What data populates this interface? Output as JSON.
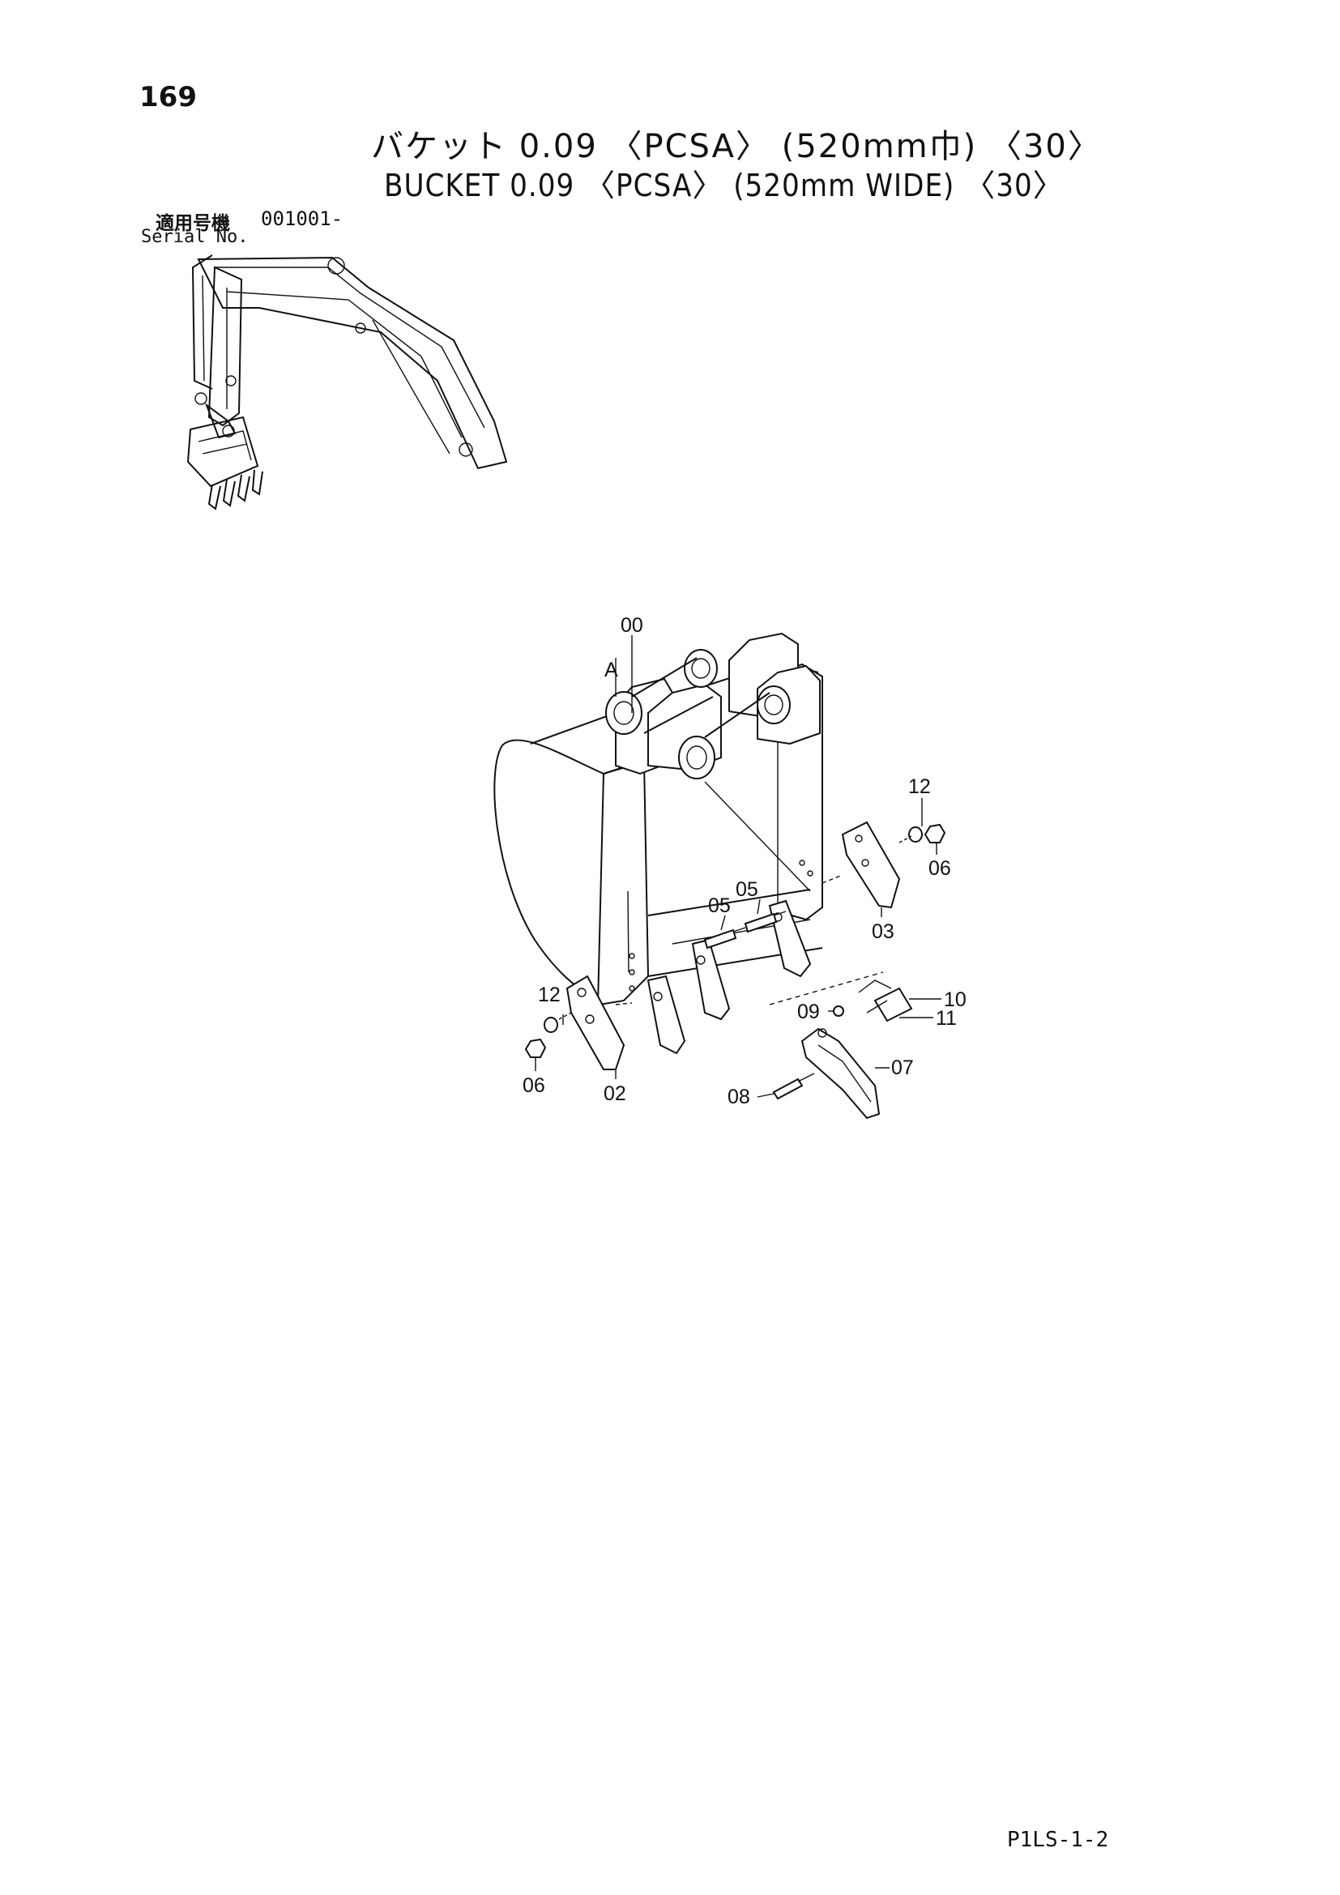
{
  "header": {
    "page_number": "169",
    "title_jp": "バケット 0.09 〈PCSA〉 (520mm巾) 〈30〉",
    "title_en": "BUCKET 0.09 〈PCSA〉 (520mm WIDE) 〈30〉"
  },
  "serial": {
    "label_jp": "適用号機",
    "label_en": "Serial No.",
    "value": "001001-"
  },
  "diagram": {
    "callouts": {
      "c00": "00",
      "cA": "A",
      "c12_right": "12",
      "c06_right": "06",
      "c03": "03",
      "c05_a": "05",
      "c05_b": "05",
      "c12_left": "12",
      "c06_left": "06",
      "c02": "02",
      "c09": "09",
      "c10": "10",
      "c11": "11",
      "c07": "07",
      "c08": "08"
    }
  },
  "footer": {
    "code": "P1LS-1-2"
  }
}
